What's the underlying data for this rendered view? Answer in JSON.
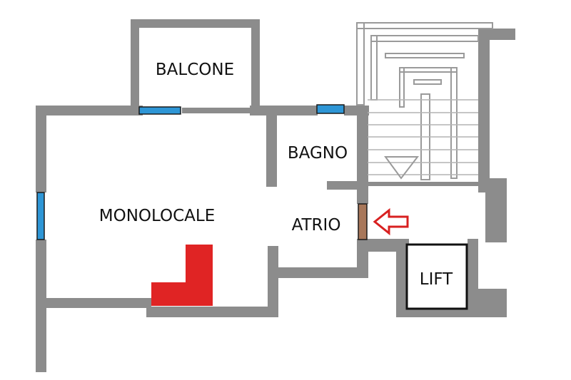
{
  "rooms": {
    "balcone": "BALCONE",
    "bagno": "BAGNO",
    "monolocale": "MONOLOCALE",
    "atrio": "ATRIO",
    "lift": "LIFT"
  },
  "colors": {
    "wall": "#8c8c8c",
    "window": "#2e96d6",
    "door": "#a8775a",
    "kitchen": "#e02424",
    "arrow": "#d82020",
    "lift_border": "#111111"
  }
}
